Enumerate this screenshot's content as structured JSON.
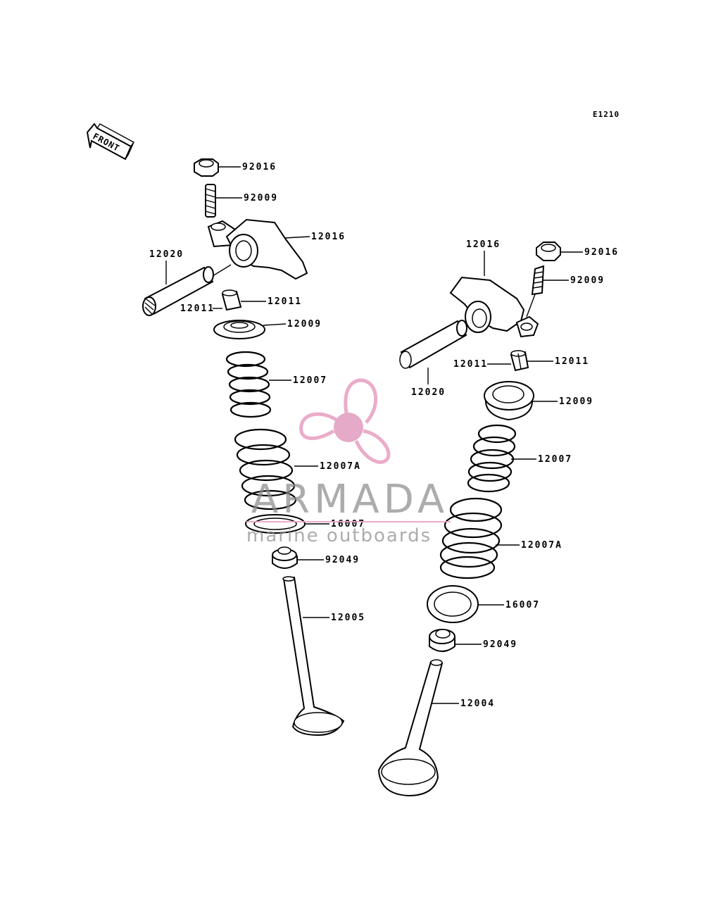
{
  "diagram": {
    "code": "E1210",
    "front_label": "FRONT",
    "callouts": [
      {
        "id": "nut-left",
        "label": "92016"
      },
      {
        "id": "stud-left",
        "label": "92009"
      },
      {
        "id": "rocker-left",
        "label": "12016"
      },
      {
        "id": "shaft-left",
        "label": "12020"
      },
      {
        "id": "keeper-left-a",
        "label": "12011"
      },
      {
        "id": "keeper-left-b",
        "label": "12011"
      },
      {
        "id": "retainer-left",
        "label": "12009"
      },
      {
        "id": "inner-spring-left",
        "label": "12007"
      },
      {
        "id": "outer-spring-left",
        "label": "12007A"
      },
      {
        "id": "seat-left",
        "label": "16007"
      },
      {
        "id": "seal-left",
        "label": "92049"
      },
      {
        "id": "valve-left",
        "label": "12005"
      },
      {
        "id": "rocker-right",
        "label": "12016"
      },
      {
        "id": "nut-right",
        "label": "92016"
      },
      {
        "id": "stud-right",
        "label": "92009"
      },
      {
        "id": "keeper-right-a",
        "label": "12011"
      },
      {
        "id": "keeper-right-b",
        "label": "12011"
      },
      {
        "id": "shaft-right",
        "label": "12020"
      },
      {
        "id": "retainer-right",
        "label": "12009"
      },
      {
        "id": "inner-spring-right",
        "label": "12007"
      },
      {
        "id": "outer-spring-right",
        "label": "12007A"
      },
      {
        "id": "seat-right",
        "label": "16007"
      },
      {
        "id": "seal-right",
        "label": "92049"
      },
      {
        "id": "valve-right",
        "label": "12004"
      }
    ]
  },
  "watermark": {
    "brand": "ARMADA",
    "tagline": "marine outboards",
    "colors": {
      "logo": "#e8a4c4",
      "logo_center": "#e3a1c1",
      "text": "#8c8c8c",
      "rule": "#e8a4c4"
    }
  }
}
